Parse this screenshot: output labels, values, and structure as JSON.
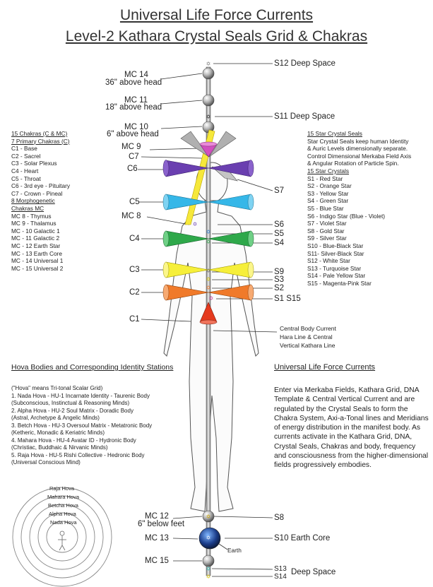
{
  "title": {
    "line1": "Universal Life Force Currents",
    "line2": "Level-2 Kathara Crystal Seals Grid & Chakras"
  },
  "left_labels": {
    "mc14": "MC 14",
    "mc14_sub": "36\" above head",
    "mc11": "MC 11",
    "mc11_sub": "18\" above head",
    "mc10": "MC 10",
    "mc10_sub": "6\" above head",
    "mc9": "MC 9",
    "c7": "C7",
    "c6": "C6",
    "c5": "C5",
    "mc8": "MC 8",
    "c4": "C4",
    "c3": "C3",
    "c2": "C2",
    "c1": "C1",
    "mc12": "MC 12",
    "mc12_sub": "6\" below feet",
    "mc13": "MC 13",
    "mc15": "MC 15"
  },
  "right_labels": {
    "s12": "S12 Deep Space",
    "s11": "S11 Deep Space",
    "s7": "S7",
    "s6": "S6",
    "s5": "S5",
    "s4": "S4",
    "s9": "S9",
    "s3": "S3",
    "s2": "S2",
    "s1": "S1 S15",
    "s8": "S8",
    "s10": "S10 Earth Core",
    "earth": "Earth",
    "s13": "S13",
    "s14": "S14",
    "deep_space": "Deep Space",
    "central1": "Central Body Current",
    "central2": "Hara Line & Central",
    "central3": "Vertical Kathara Line"
  },
  "chakras_list": {
    "heading": "15 Chakras (C & MC)",
    "primary_heading": "7 Primary Chakras (C)",
    "primary": [
      "C1 - Base",
      "C2 - Sacrel",
      "C3 - Solar Plexus",
      "C4 - Heart",
      "C5 - Throat",
      "C6 - 3rd eye - Pituitary",
      "C7 - Crown - Pineal"
    ],
    "morph_heading1": "8 Morphogenetic",
    "morph_heading2": "Chakras MC",
    "morph": [
      "MC 8 - Thymus",
      "MC 9 - Thalamus",
      "MC - 10 Galactic 1",
      "MC - 11 Galactic 2",
      "MC - 12 Earth Star",
      "MC - 13 Earth Core",
      "MC - 14 Universal 1",
      "MC - 15 Universal 2"
    ]
  },
  "stars_list": {
    "heading": "15 Star Crystal Seals",
    "desc": [
      "Star Crystal Seals keep human Identity",
      "& Auric Levels dimensionally separate.",
      "Control Dimensional Merkaba Field Axis",
      "& Angular Rotation of Particle Spin."
    ],
    "heading2": "15 Star Crystals",
    "items": [
      "S1 - Red Star",
      "S2 - Orange Star",
      "S3 - Yellow Star",
      "S4 - Green Star",
      "S5 - Blue Star",
      "S6 - Indigo Star (Blue - Violet)",
      "S7 - Violet Star",
      "S8 - Gold Star",
      "S9 - Silver Star",
      "S10 - Blue-Black Star",
      "S11- Silver-Black Star",
      "S12 - White Star",
      "S13 - Turquoise Star",
      "S14 - Pale Yellow Star",
      "S15 - Magenta-Pink Star"
    ]
  },
  "hova": {
    "heading": "Hova Bodies and Corresponding Identity Stations",
    "lines": [
      "(\"Hova\" means Tri-tonal Scalar Grid)",
      "1.  Nada Hova - HU-1 Incarnate Identity - Taurenic Body",
      "(Subconscious, Instinctual & Reasoning Minds)",
      "2.  Alpha Hova - HU-2 Soul Matrix - Doradic Body",
      "(Astral, Archetype & Angelic Minds)",
      "3.  Betch Hova - HU-3 Oversoul Matrix - Metatronic Body",
      "(Ketheric, Monadic & Keriatric Minds)",
      "4.  Mahara Hova - HU-4 Avatar ID - Hydronic Body",
      "(Christiac, Buddhaic & Nirvanic Minds)",
      "5.  Raja Hova - HU-5 Rishi Collective - Hedronic Body",
      "(Universal Conscious Mind)"
    ],
    "rings": [
      "Raja Hova",
      "Mahara Hova",
      "Betcha Hova",
      "Alpha Hova",
      "Nada Hova"
    ]
  },
  "ulf": {
    "heading": "Universal Life Force Currents",
    "body": "Enter via Merkaba Fields, Kathara Grid, DNA Template & Central Vertical Current and are regulated by the Crystal Seals to form the Chakra System, Axi-a-Tonal lines and Meridians of energy distribution in the manifest body. As currents activate in the Kathara Grid, DNA, Crystal Seals, Chakras and body, frequency and consciousness from the higher-dimensional fields progressively embodies."
  },
  "colors": {
    "red": "#e53a1e",
    "orange": "#f07a2a",
    "yellow": "#f6ef3a",
    "green": "#2ea84a",
    "blue": "#35b7e8",
    "indigo": "#6a3fb0",
    "violet": "#d24fbf",
    "gold": "#e8c52a",
    "gray": "#a9a9a9"
  }
}
